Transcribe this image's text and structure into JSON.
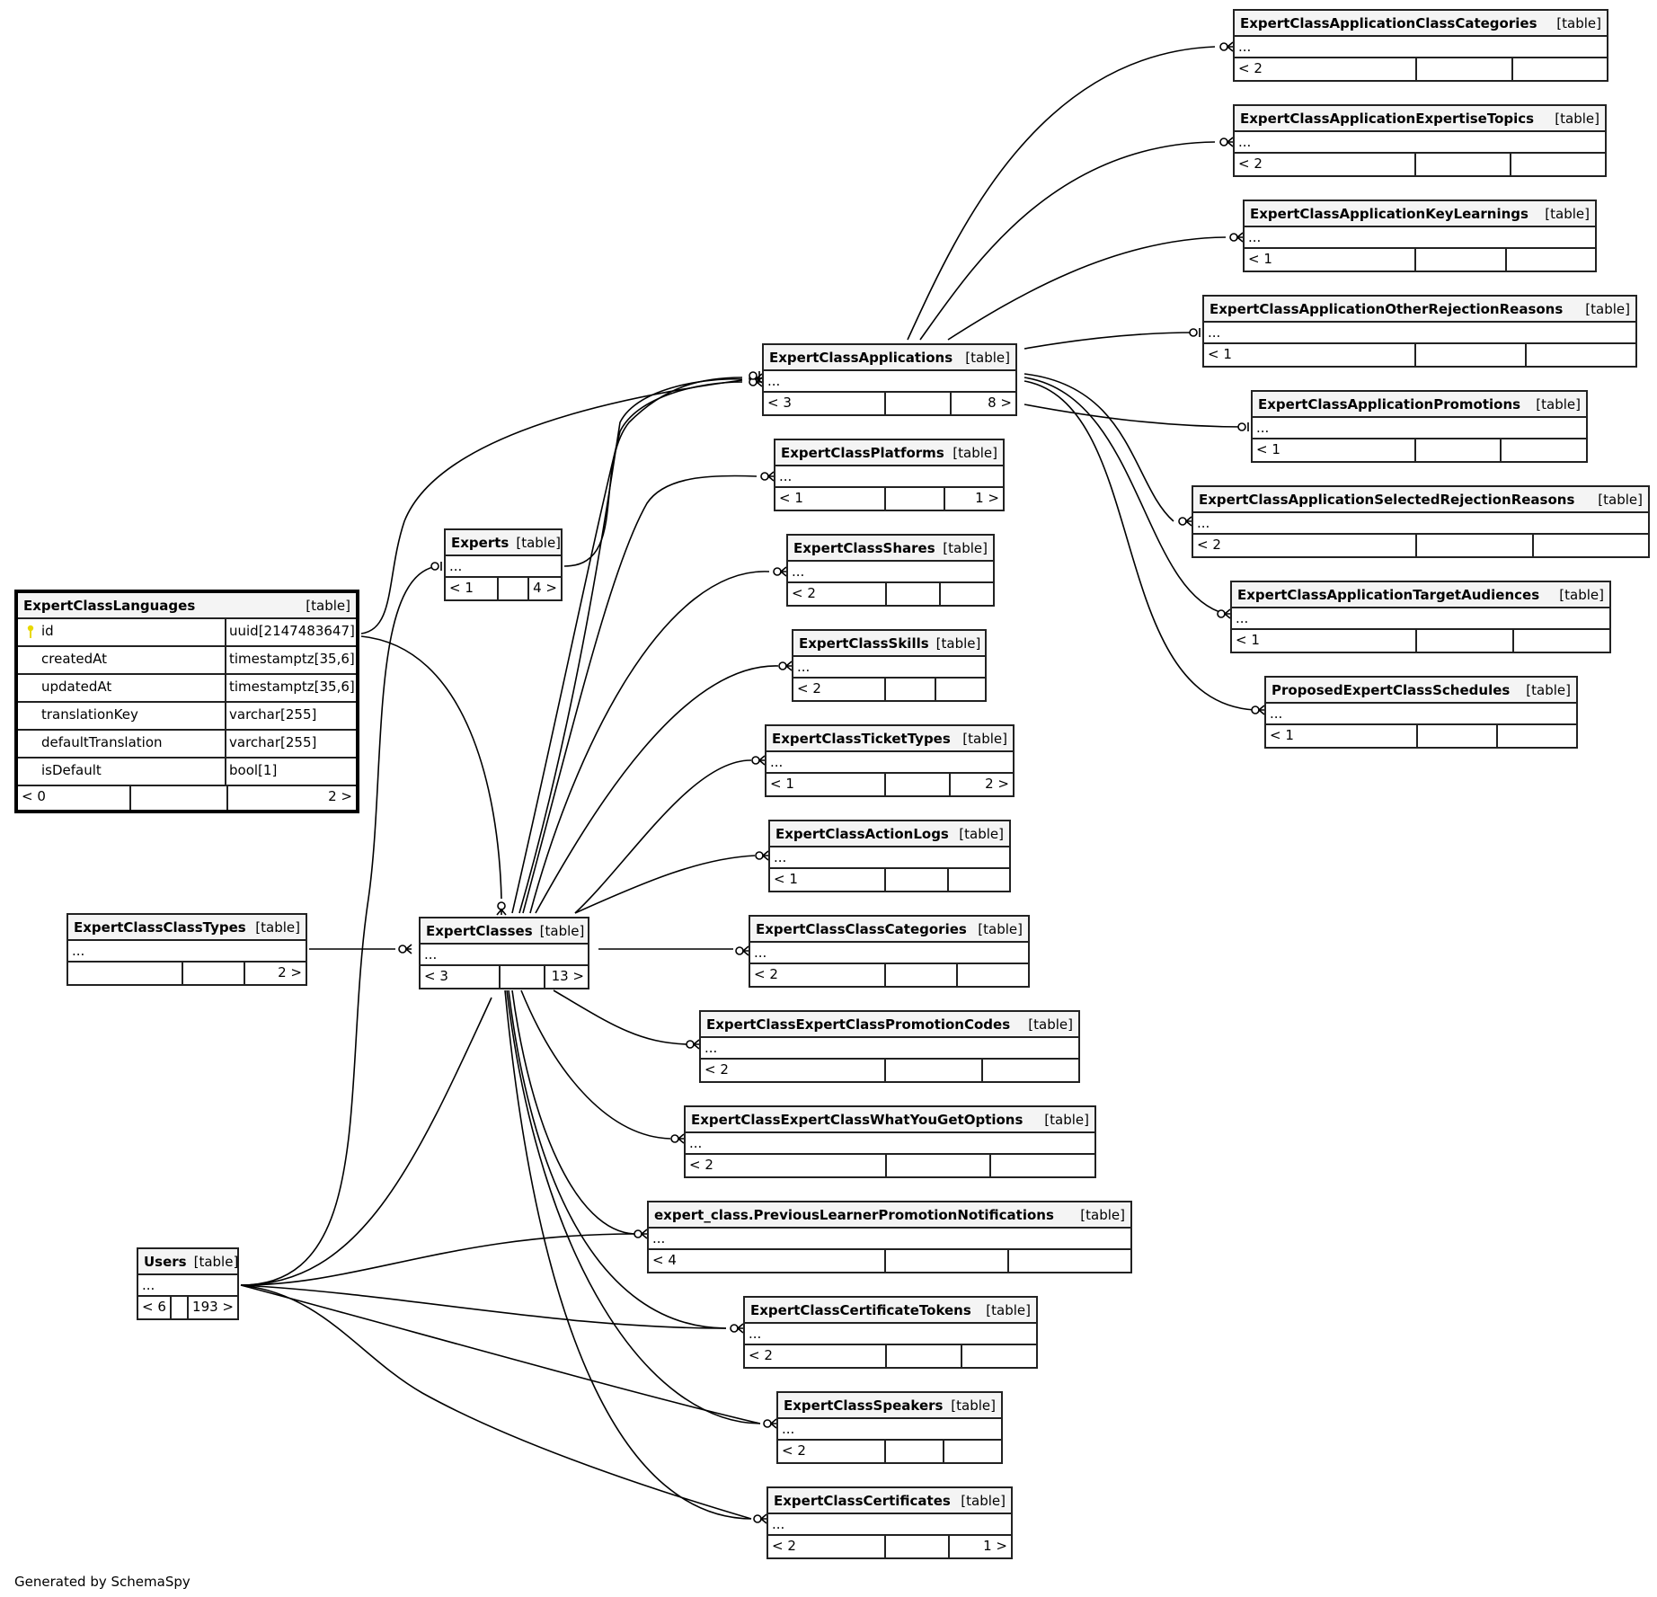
{
  "diagram": {
    "footer": "Generated by SchemaSpy",
    "table_kind_label": "[table]",
    "collapsed_columns_label": "...",
    "focus_table": {
      "name": "ExpertClassLanguages",
      "kind": "[table]",
      "columns": [
        {
          "name": "id",
          "type": "uuid[2147483647]",
          "primary_key": true
        },
        {
          "name": "createdAt",
          "type": "timestamptz[35,6]",
          "primary_key": false
        },
        {
          "name": "updatedAt",
          "type": "timestamptz[35,6]",
          "primary_key": false
        },
        {
          "name": "translationKey",
          "type": "varchar[255]",
          "primary_key": false
        },
        {
          "name": "defaultTranslation",
          "type": "varchar[255]",
          "primary_key": false
        },
        {
          "name": "isDefault",
          "type": "bool[1]",
          "primary_key": false
        }
      ],
      "parents": "< 0",
      "middle": "",
      "children": "2 >"
    },
    "tables": [
      {
        "id": "t0",
        "name": "ExpertClassApplicationClassCategories",
        "parents": "< 2",
        "children": ""
      },
      {
        "id": "t1",
        "name": "ExpertClassApplicationExpertiseTopics",
        "parents": "< 2",
        "children": ""
      },
      {
        "id": "t2",
        "name": "ExpertClassApplicationKeyLearnings",
        "parents": "< 1",
        "children": ""
      },
      {
        "id": "t3",
        "name": "ExpertClassApplicationOtherRejectionReasons",
        "parents": "< 1",
        "children": ""
      },
      {
        "id": "t4",
        "name": "ExpertClassApplications",
        "parents": "< 3",
        "children": "8 >"
      },
      {
        "id": "t5",
        "name": "ExpertClassApplicationPromotions",
        "parents": "< 1",
        "children": ""
      },
      {
        "id": "t6",
        "name": "ExpertClassPlatforms",
        "parents": "< 1",
        "children": "1 >"
      },
      {
        "id": "t7",
        "name": "ExpertClassApplicationSelectedRejectionReasons",
        "parents": "< 2",
        "children": ""
      },
      {
        "id": "t8",
        "name": "Experts",
        "parents": "< 1",
        "children": "4 >"
      },
      {
        "id": "t9",
        "name": "ExpertClassShares",
        "parents": "< 2",
        "children": ""
      },
      {
        "id": "t10",
        "name": "ExpertClassApplicationTargetAudiences",
        "parents": "< 1",
        "children": ""
      },
      {
        "id": "t11",
        "name": "ExpertClassSkills",
        "parents": "< 2",
        "children": ""
      },
      {
        "id": "t12",
        "name": "ProposedExpertClassSchedules",
        "parents": "< 1",
        "children": ""
      },
      {
        "id": "t13",
        "name": "ExpertClassTicketTypes",
        "parents": "< 1",
        "children": "2 >"
      },
      {
        "id": "t14",
        "name": "ExpertClassActionLogs",
        "parents": "< 1",
        "children": ""
      },
      {
        "id": "t15",
        "name": "ExpertClassClassTypes",
        "parents": "",
        "children": "2 >"
      },
      {
        "id": "t16",
        "name": "ExpertClasses",
        "parents": "< 3",
        "children": "13 >"
      },
      {
        "id": "t17",
        "name": "ExpertClassClassCategories",
        "parents": "< 2",
        "children": ""
      },
      {
        "id": "t18",
        "name": "ExpertClassExpertClassPromotionCodes",
        "parents": "< 2",
        "children": ""
      },
      {
        "id": "t19",
        "name": "ExpertClassExpertClassWhatYouGetOptions",
        "parents": "< 2",
        "children": ""
      },
      {
        "id": "t20",
        "name": "expert_class.PreviousLearnerPromotionNotifications",
        "parents": "< 4",
        "children": ""
      },
      {
        "id": "t21",
        "name": "Users",
        "parents": "< 6",
        "children": "193 >"
      },
      {
        "id": "t22",
        "name": "ExpertClassCertificateTokens",
        "parents": "< 2",
        "children": ""
      },
      {
        "id": "t23",
        "name": "ExpertClassSpeakers",
        "parents": "< 2",
        "children": ""
      },
      {
        "id": "t24",
        "name": "ExpertClassCertificates",
        "parents": "< 2",
        "children": "1 >"
      }
    ],
    "relationships": [
      {
        "from": "ExpertClassLanguages",
        "to": "ExpertClassApplications",
        "cardinality": "zero-or-many"
      },
      {
        "from": "ExpertClassLanguages",
        "to": "ExpertClasses",
        "cardinality": "zero-or-many"
      },
      {
        "from": "Experts",
        "to": "ExpertClassApplications",
        "cardinality": "zero-or-many"
      },
      {
        "from": "Users",
        "to": "Experts",
        "cardinality": "zero-or-one"
      },
      {
        "from": "ExpertClassApplications",
        "to": "ExpertClassApplicationClassCategories",
        "cardinality": "zero-or-many"
      },
      {
        "from": "ExpertClassApplications",
        "to": "ExpertClassApplicationExpertiseTopics",
        "cardinality": "zero-or-many"
      },
      {
        "from": "ExpertClassApplications",
        "to": "ExpertClassApplicationKeyLearnings",
        "cardinality": "zero-or-many"
      },
      {
        "from": "ExpertClassApplications",
        "to": "ExpertClassApplicationOtherRejectionReasons",
        "cardinality": "zero-or-one"
      },
      {
        "from": "ExpertClassApplications",
        "to": "ExpertClassApplicationPromotions",
        "cardinality": "zero-or-one"
      },
      {
        "from": "ExpertClassApplications",
        "to": "ExpertClassApplicationSelectedRejectionReasons",
        "cardinality": "zero-or-many"
      },
      {
        "from": "ExpertClassApplications",
        "to": "ExpertClassApplicationTargetAudiences",
        "cardinality": "zero-or-many"
      },
      {
        "from": "ExpertClassApplications",
        "to": "ProposedExpertClassSchedules",
        "cardinality": "zero-or-many"
      },
      {
        "from": "ExpertClasses",
        "to": "ExpertClassApplications",
        "cardinality": "zero-or-one"
      },
      {
        "from": "ExpertClasses",
        "to": "ExpertClassPlatforms",
        "cardinality": "zero-or-many"
      },
      {
        "from": "ExpertClasses",
        "to": "ExpertClassShares",
        "cardinality": "zero-or-many"
      },
      {
        "from": "ExpertClasses",
        "to": "ExpertClassSkills",
        "cardinality": "zero-or-many"
      },
      {
        "from": "ExpertClasses",
        "to": "ExpertClassTicketTypes",
        "cardinality": "zero-or-many"
      },
      {
        "from": "ExpertClasses",
        "to": "ExpertClassActionLogs",
        "cardinality": "zero-or-many"
      },
      {
        "from": "ExpertClasses",
        "to": "ExpertClassClassCategories",
        "cardinality": "zero-or-many"
      },
      {
        "from": "ExpertClasses",
        "to": "ExpertClassExpertClassPromotionCodes",
        "cardinality": "zero-or-many"
      },
      {
        "from": "ExpertClasses",
        "to": "ExpertClassExpertClassWhatYouGetOptions",
        "cardinality": "zero-or-many"
      },
      {
        "from": "ExpertClasses",
        "to": "expert_class.PreviousLearnerPromotionNotifications",
        "cardinality": "zero-or-many"
      },
      {
        "from": "ExpertClasses",
        "to": "ExpertClassCertificateTokens",
        "cardinality": "zero-or-many"
      },
      {
        "from": "ExpertClasses",
        "to": "ExpertClassSpeakers",
        "cardinality": "zero-or-many"
      },
      {
        "from": "ExpertClasses",
        "to": "ExpertClassCertificates",
        "cardinality": "zero-or-many"
      },
      {
        "from": "ExpertClassClassTypes",
        "to": "ExpertClasses",
        "cardinality": "zero-or-many"
      },
      {
        "from": "Users",
        "to": "ExpertClasses",
        "cardinality": "zero-or-many"
      },
      {
        "from": "Users",
        "to": "expert_class.PreviousLearnerPromotionNotifications",
        "cardinality": "zero-or-many"
      },
      {
        "from": "Users",
        "to": "ExpertClassCertificateTokens",
        "cardinality": "zero-or-many"
      },
      {
        "from": "Users",
        "to": "ExpertClassSpeakers",
        "cardinality": "zero-or-many"
      },
      {
        "from": "Users",
        "to": "ExpertClassCertificates",
        "cardinality": "zero-or-many"
      }
    ]
  }
}
